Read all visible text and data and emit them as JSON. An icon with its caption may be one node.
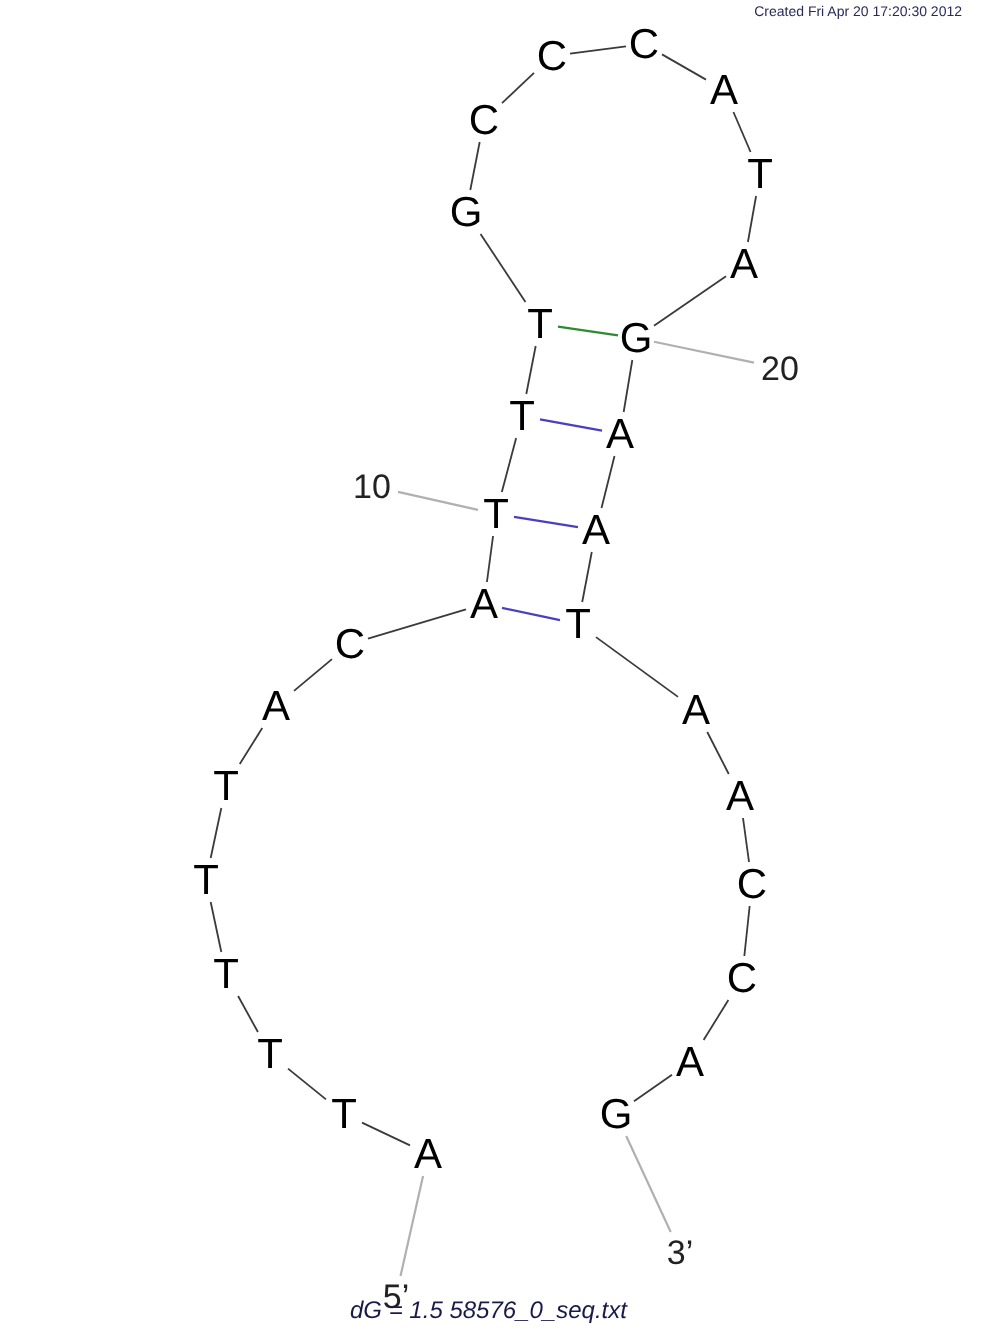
{
  "diagram": {
    "caption": "dG = 1.5 58576_0_seq.txt",
    "nodes": [
      {
        "text": [
          "A"
        ]
      },
      {
        "text": [
          "T"
        ]
      },
      {
        "text": [
          "T"
        ]
      },
      {
        "text": [
          "T"
        ]
      },
      {
        "text": [
          "T"
        ]
      },
      {
        "text": [
          "T"
        ]
      },
      {
        "text": [
          "A"
        ]
      },
      {
        "text": [
          "C"
        ]
      },
      {
        "text": [
          "A"
        ]
      },
      {
        "text": [
          "T"
        ]
      },
      {
        "text": [
          "T"
        ]
      },
      {
        "text": [
          "T"
        ]
      },
      {
        "text": [
          "G"
        ]
      },
      {
        "text": [
          "C"
        ]
      },
      {
        "text": [
          "C"
        ]
      },
      {
        "text": [
          "C"
        ]
      },
      {
        "text": [
          "A"
        ]
      },
      {
        "text": [
          "T"
        ]
      },
      {
        "text": [
          "A"
        ]
      },
      {
        "text": [
          "G"
        ]
      },
      {
        "text": [
          "A"
        ]
      },
      {
        "text": [
          "A"
        ]
      },
      {
        "text": [
          "T"
        ]
      },
      {
        "text": [
          "A"
        ]
      },
      {
        "text": [
          "A"
        ]
      },
      {
        "text": [
          "C"
        ]
      },
      {
        "text": [
          "C"
        ]
      },
      {
        "text": [
          "A"
        ]
      },
      {
        "text": [
          "G"
        ]
      },
      {
        "text": [
          "10"
        ]
      },
      {
        "text": [
          "20"
        ]
      },
      {
        "text": [
          "5’"
        ]
      },
      {
        "text": [
          "3’"
        ]
      }
    ],
    "edges": [
      {
        "from": 0,
        "to": 1,
        "arrow": "none"
      },
      {
        "from": 1,
        "to": 2,
        "arrow": "none"
      },
      {
        "from": 2,
        "to": 3,
        "arrow": "none"
      },
      {
        "from": 3,
        "to": 4,
        "arrow": "none"
      },
      {
        "from": 4,
        "to": 5,
        "arrow": "none"
      },
      {
        "from": 5,
        "to": 6,
        "arrow": "none"
      },
      {
        "from": 6,
        "to": 7,
        "arrow": "none"
      },
      {
        "from": 7,
        "to": 8,
        "arrow": "none"
      },
      {
        "from": 8,
        "to": 9,
        "arrow": "none"
      },
      {
        "from": 9,
        "to": 10,
        "arrow": "none"
      },
      {
        "from": 10,
        "to": 11,
        "arrow": "none"
      },
      {
        "from": 11,
        "to": 12,
        "arrow": "none"
      },
      {
        "from": 12,
        "to": 13,
        "arrow": "none"
      },
      {
        "from": 13,
        "to": 14,
        "arrow": "none"
      },
      {
        "from": 14,
        "to": 15,
        "arrow": "none"
      },
      {
        "from": 15,
        "to": 16,
        "arrow": "none"
      },
      {
        "from": 16,
        "to": 17,
        "arrow": "none"
      },
      {
        "from": 17,
        "to": 18,
        "arrow": "none"
      },
      {
        "from": 18,
        "to": 19,
        "arrow": "none"
      },
      {
        "from": 19,
        "to": 20,
        "arrow": "none"
      },
      {
        "from": 20,
        "to": 21,
        "arrow": "none"
      },
      {
        "from": 21,
        "to": 22,
        "arrow": "none"
      },
      {
        "from": 22,
        "to": 23,
        "arrow": "none"
      },
      {
        "from": 23,
        "to": 24,
        "arrow": "none"
      },
      {
        "from": 24,
        "to": 25,
        "arrow": "none"
      },
      {
        "from": 25,
        "to": 26,
        "arrow": "none"
      },
      {
        "from": 26,
        "to": 27,
        "arrow": "none"
      },
      {
        "from": 27,
        "to": 28,
        "arrow": "none"
      },
      {
        "from": 11,
        "to": 19,
        "arrow": "none",
        "color": "#2e8b2e"
      },
      {
        "from": 10,
        "to": 20,
        "arrow": "none",
        "color": "#4a3fc0"
      },
      {
        "from": 9,
        "to": 21,
        "arrow": "none",
        "color": "#4a3fc0"
      },
      {
        "from": 8,
        "to": 22,
        "arrow": "none",
        "color": "#4a3fc0"
      },
      {
        "from": 29,
        "to": 9,
        "arrow": "none",
        "color": "#b0b0b0"
      },
      {
        "from": 30,
        "to": 19,
        "arrow": "none",
        "color": "#b0b0b0"
      },
      {
        "from": 31,
        "to": 0,
        "arrow": "none",
        "color": "#b0b0b0"
      },
      {
        "from": 32,
        "to": 28,
        "arrow": "none",
        "color": "#b0b0b0"
      }
    ],
    "labels": [
      "Created Fri Apr 20 17:20:30 2012"
    ]
  }
}
